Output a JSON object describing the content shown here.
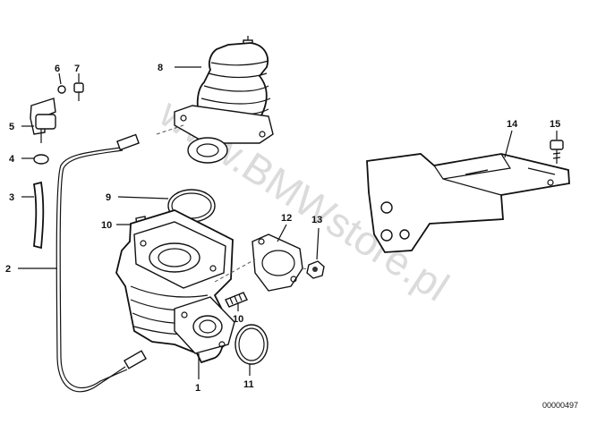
{
  "watermark": "www.BMWstore.pl",
  "diagram_code": "00000497",
  "callouts": [
    "1",
    "2",
    "3",
    "4",
    "5",
    "6",
    "7",
    "8",
    "9",
    "10",
    "10",
    "11",
    "12",
    "13",
    "14",
    "15"
  ]
}
